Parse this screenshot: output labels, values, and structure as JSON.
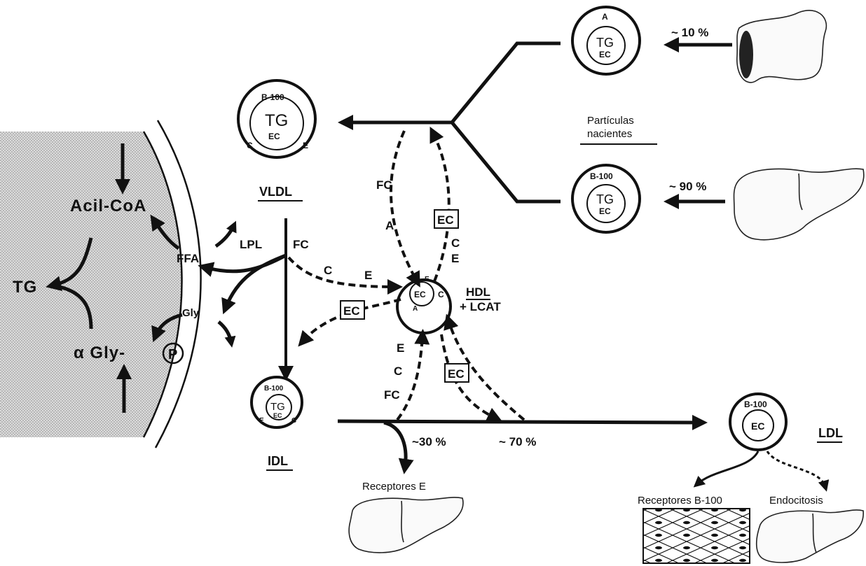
{
  "cell": {
    "acilcoa": "Acil-CoA",
    "tg": "TG",
    "agly": "α Gly-",
    "p": "P"
  },
  "flux": {
    "ffa": "FFA",
    "gly": "Gly",
    "lpl": "LPL",
    "fc": "FC"
  },
  "vldl": {
    "b100": "B-100",
    "tg": "TG",
    "ec": "EC",
    "c": "C",
    "e": "E",
    "name": "VLDL"
  },
  "chylo": {
    "a": "A",
    "tg": "TG",
    "ec": "EC",
    "pct": "~ 10 %"
  },
  "nascent": {
    "line1": "Partículas",
    "line2": "nacientes"
  },
  "liver_particle": {
    "b100": "B-100",
    "tg": "TG",
    "ec": "EC",
    "pct": "~ 90 %"
  },
  "hdl": {
    "ec": "EC",
    "e": "E",
    "a": "A",
    "c": "C",
    "name": "HDL",
    "lcat": "+ LCAT"
  },
  "exchange": {
    "fc_top": "FC",
    "a_top": "A",
    "ec_up": "EC",
    "c_up": "C",
    "e_up": "E",
    "c_mid": "C",
    "e_mid": "E",
    "ec_left": "EC",
    "e_low": "E",
    "c_low": "C",
    "fc_low": "FC",
    "ec_low": "EC"
  },
  "idl": {
    "b100": "B-100",
    "tg": "TG",
    "ec": "EC",
    "e": "E",
    "c": "C",
    "name": "IDL"
  },
  "ldl": {
    "b100": "B-100",
    "ec": "EC",
    "name": "LDL"
  },
  "percent": {
    "p30": "~30 %",
    "p70": "~ 70 %"
  },
  "receptors": {
    "e": "Receptores  E",
    "b100": "Receptores  B-100",
    "endo": "Endocitosis"
  }
}
